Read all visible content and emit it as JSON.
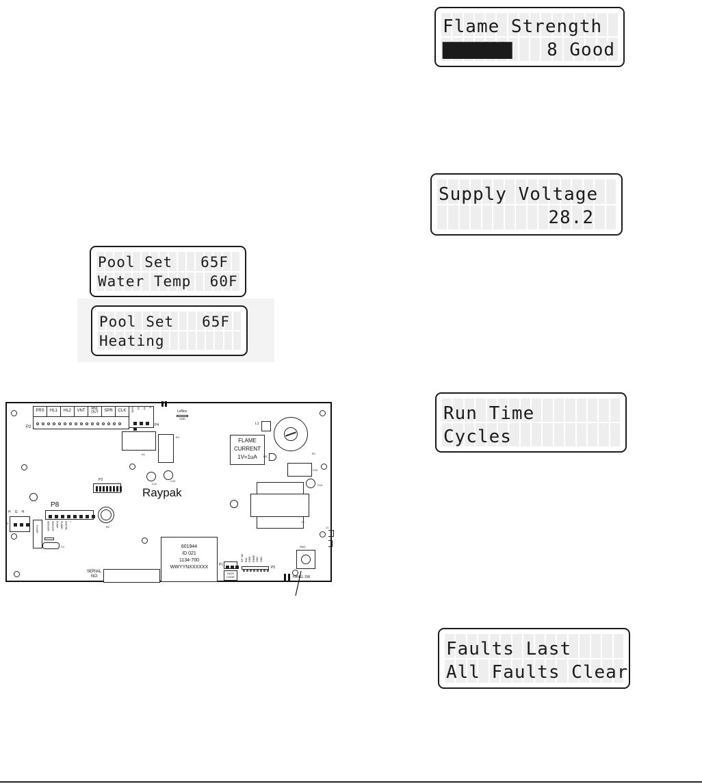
{
  "displays": {
    "pool_set_water_temp": {
      "line1": "Pool Set   65F",
      "line2": "Water Temp  60F"
    },
    "pool_set_heating": {
      "line1": "Pool Set   65F",
      "line2": "Heating"
    },
    "flame_strength": {
      "line1": "Flame Strength",
      "bar_blocks": "▇▇▇▇▇▇▇▇",
      "line2_value": "8 Good"
    },
    "supply_voltage": {
      "line1": "Supply Voltage",
      "line2_value": "28.2"
    },
    "run_time_cycles": {
      "line1": "Run Time",
      "line2": "Cycles"
    },
    "faults_last": {
      "line1": "Faults Last",
      "line2": "All Faults Clear"
    }
  },
  "board": {
    "header_labels": [
      "PRS",
      "HL1",
      "HL2",
      "VNT",
      "RNL OUT",
      "SPR",
      "CLK"
    ],
    "p2_label": "P2",
    "p4_label": "P4",
    "p4_pins": [
      "GND",
      "24",
      "24",
      "5"
    ],
    "lennox_label": "LeNox",
    "gnd_label": "GND",
    "l1_label": "L1",
    "k1_label": "K1",
    "k2_label": "K2",
    "q2_label": "Q2",
    "flame_label": [
      "FLAME",
      "CURRENT",
      "1V=1uA"
    ],
    "c11_label": "C11",
    "c12_label": "C12",
    "p3_label": "P3",
    "brand": "Raypak",
    "c10_label": "C10",
    "c13_label": "C13",
    "t2_label": "T2",
    "p8_label": "P8",
    "p8_pins": [
      "SENSOR",
      "SENSOR",
      "PUMP",
      "FLAME",
      "DIGITAL",
      "+"
    ],
    "r2_label": "R2",
    "hgh_labels": [
      "H",
      "G",
      "H"
    ],
    "p1_side_label": "P1",
    "pump_label": "PUMP",
    "c1_label": "C1",
    "chip_lines": [
      "601944",
      "ID 021",
      "1134-700",
      "WWYYNXXXXXX"
    ],
    "serial_label": [
      "SERIAL",
      "NO."
    ],
    "p1_label": "P1",
    "date_code_label": [
      "DATE",
      "CODE"
    ],
    "p5_label": "P5",
    "p5_pins": [
      "INT SM",
      "BAL",
      "RMD",
      "RMDE",
      "GND",
      "GND"
    ],
    "sw1_label": "SW1",
    "panel_label": "PANEL SW",
    "j1_label": "J1",
    "vr_label": "R1"
  }
}
